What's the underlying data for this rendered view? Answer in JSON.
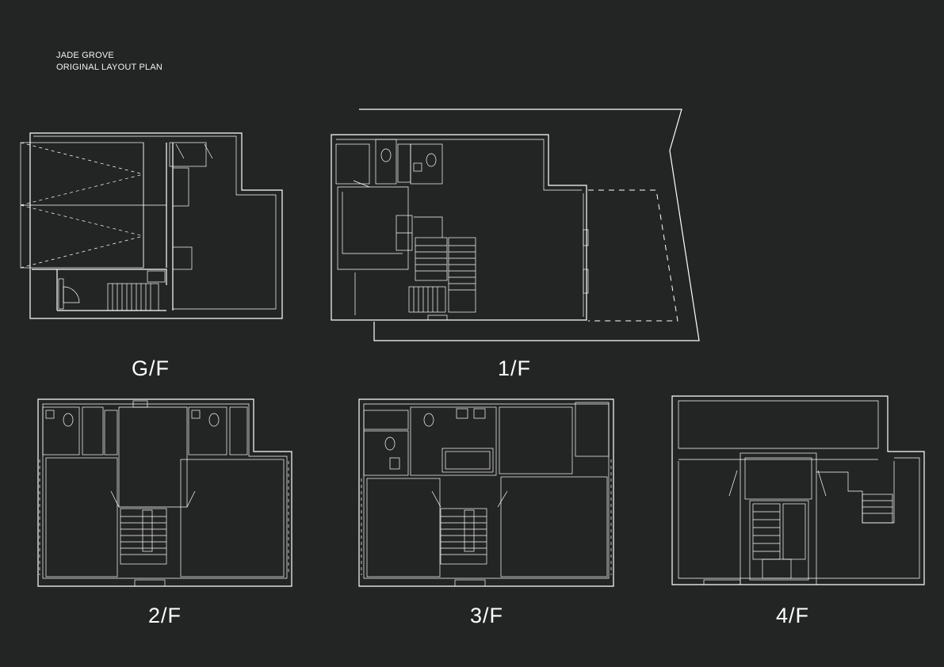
{
  "project": {
    "name": "JADE GROVE",
    "subtitle": "ORIGINAL LAYOUT PLAN"
  },
  "floors": [
    {
      "label": "G/F"
    },
    {
      "label": "1/F"
    },
    {
      "label": "2/F"
    },
    {
      "label": "3/F"
    },
    {
      "label": "4/F"
    }
  ],
  "colors": {
    "background": "#232424",
    "linework": "#ffffff"
  }
}
